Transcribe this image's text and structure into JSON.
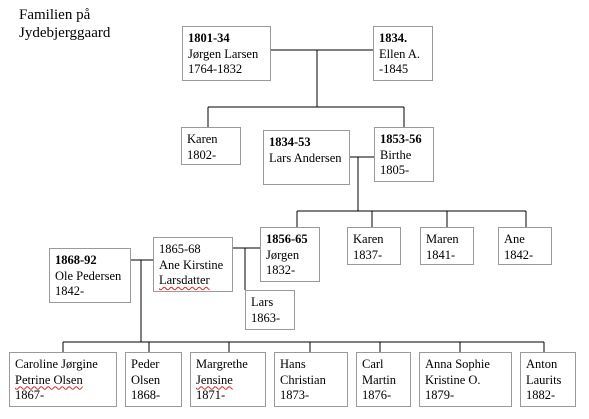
{
  "title": "Familien på\nJydebjerggaard",
  "people": [
    {
      "id": "p-jorgen-larsen",
      "lines": [
        {
          "t": "1801-34",
          "b": true
        },
        {
          "t": "Jørgen Larsen"
        },
        {
          "t": "1764-1832"
        }
      ]
    },
    {
      "id": "p-ellen",
      "lines": [
        {
          "t": "1834.",
          "b": true
        },
        {
          "t": "Ellen A."
        },
        {
          "t": "-1845"
        }
      ]
    },
    {
      "id": "p-karen-1802",
      "lines": [
        {
          "t": "Karen"
        },
        {
          "t": "1802-"
        }
      ]
    },
    {
      "id": "p-lars-andersen",
      "lines": [
        {
          "t": "1834-53",
          "b": true
        },
        {
          "t": "Lars Andersen"
        }
      ]
    },
    {
      "id": "p-birthe",
      "lines": [
        {
          "t": "1853-56",
          "b": true
        },
        {
          "t": "Birthe"
        },
        {
          "t": "1805-"
        }
      ]
    },
    {
      "id": "p-jorgen-1832",
      "lines": [
        {
          "t": "1856-65",
          "b": true
        },
        {
          "t": "Jørgen"
        },
        {
          "t": "1832-"
        }
      ]
    },
    {
      "id": "p-karen-1837",
      "lines": [
        {
          "t": "Karen"
        },
        {
          "t": "1837-"
        }
      ]
    },
    {
      "id": "p-maren",
      "lines": [
        {
          "t": "Maren"
        },
        {
          "t": "1841-"
        }
      ]
    },
    {
      "id": "p-ane",
      "lines": [
        {
          "t": "Ane"
        },
        {
          "t": "1842-"
        }
      ]
    },
    {
      "id": "p-ole-pedersen",
      "lines": [
        {
          "t": "1868-92",
          "b": true
        },
        {
          "t": "Ole Pedersen"
        },
        {
          "t": "1842-"
        }
      ]
    },
    {
      "id": "p-ane-kirstine",
      "lines": [
        {
          "t": "1865-68"
        },
        {
          "t": "Ane Kirstine"
        },
        {
          "t": "Larsdatter",
          "sq": true
        }
      ]
    },
    {
      "id": "p-lars-1863",
      "lines": [
        {
          "t": "Lars"
        },
        {
          "t": "1863-"
        }
      ]
    },
    {
      "id": "p-caroline",
      "lines": [
        {
          "t": "Caroline Jørgine"
        },
        {
          "t": "Petrine Olsen",
          "sq": true
        },
        {
          "t": "1867-"
        }
      ]
    },
    {
      "id": "p-peder",
      "lines": [
        {
          "t": "Peder"
        },
        {
          "t": "Olsen"
        },
        {
          "t": "1868-"
        }
      ]
    },
    {
      "id": "p-margrethe",
      "lines": [
        {
          "t": "Margrethe"
        },
        {
          "t": "Jensine",
          "sq": true
        },
        {
          "t": "1871-"
        }
      ]
    },
    {
      "id": "p-hans",
      "lines": [
        {
          "t": "Hans"
        },
        {
          "t": "Christian"
        },
        {
          "t": "1873-"
        }
      ]
    },
    {
      "id": "p-carl",
      "lines": [
        {
          "t": "Carl"
        },
        {
          "t": "Martin"
        },
        {
          "t": "1876-"
        }
      ]
    },
    {
      "id": "p-anna-sophie",
      "lines": [
        {
          "t": "Anna Sophie"
        },
        {
          "t": "Kristine O."
        },
        {
          "t": "1879-"
        }
      ]
    },
    {
      "id": "p-anton",
      "lines": [
        {
          "t": "Anton"
        },
        {
          "t": "Laurits"
        },
        {
          "t": "1882-"
        }
      ]
    }
  ]
}
